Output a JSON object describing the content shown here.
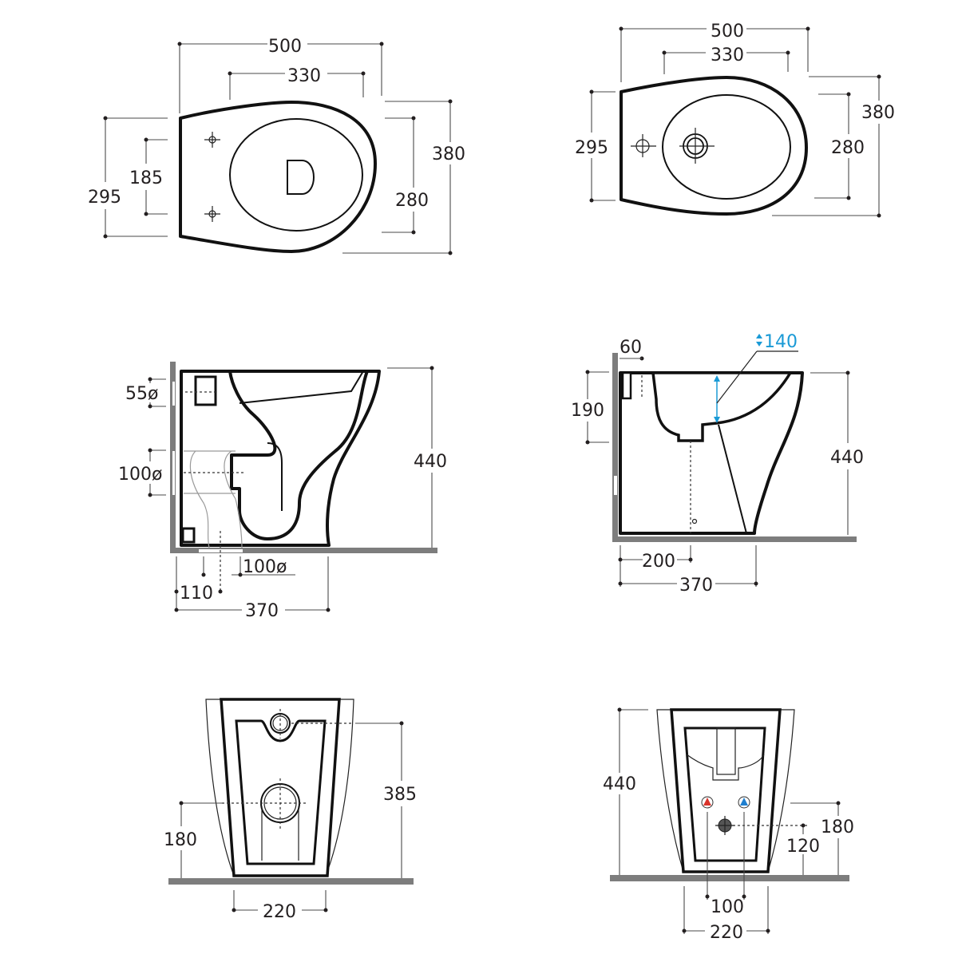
{
  "drawing": {
    "subject": "Floor-standing WC and bidet technical dimensions (mm)",
    "colors": {
      "line": "#111111",
      "dimension": "#4a4a4a",
      "wall_floor": "#7d7d7d",
      "accent_blue": "#1a9ad6",
      "hot_red": "#d9342b",
      "cold_blue": "#1f7fd0"
    },
    "views": [
      {
        "id": "wc-top",
        "label": "WC top view",
        "dims": {
          "overall_length": "500",
          "seat_length": "330",
          "back_width": "295",
          "fixing_holes": "185",
          "bowl_width": "280",
          "overall_width": "380"
        }
      },
      {
        "id": "bidet-top",
        "label": "Bidet top view",
        "dims": {
          "overall_length": "500",
          "bowl_length": "330",
          "back_width": "295",
          "bowl_width": "280",
          "overall_width": "380"
        }
      },
      {
        "id": "wc-side",
        "label": "WC side view",
        "dims": {
          "flush_inlet": "55ø",
          "wall_outlet": "100ø",
          "floor_outlet": "100ø",
          "outlet_offset": "110",
          "depth": "370",
          "height": "440"
        }
      },
      {
        "id": "bidet-side",
        "label": "Bidet side view",
        "dims": {
          "tap_offset": "60",
          "bowl_depth": "140",
          "waste_height": "190",
          "height": "440",
          "waste_offset": "200",
          "depth": "370"
        }
      },
      {
        "id": "wc-rear",
        "label": "WC rear view",
        "dims": {
          "inlet_height": "385",
          "outlet_height": "180",
          "base_width": "220"
        }
      },
      {
        "id": "bidet-rear",
        "label": "Bidet rear view",
        "dims": {
          "height": "440",
          "supply_height": "180",
          "waste_height": "120",
          "supply_spacing": "100",
          "base_width": "220"
        }
      }
    ]
  }
}
